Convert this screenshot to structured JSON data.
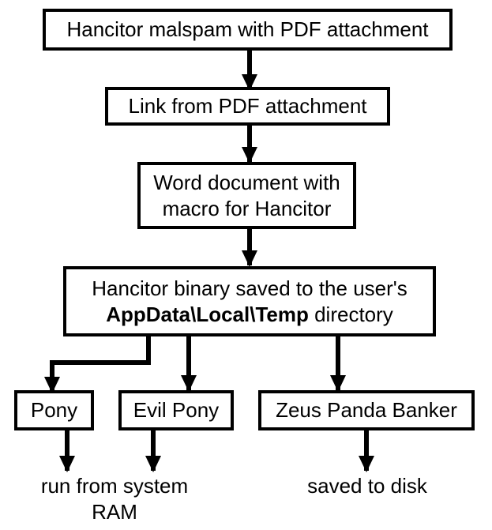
{
  "nodes": {
    "malspam": {
      "text": "Hancitor malspam with PDF attachment"
    },
    "pdf_link": {
      "text": "Link from PDF attachment"
    },
    "word_doc": {
      "line1": "Word document with",
      "line2": "macro for Hancitor"
    },
    "binary": {
      "line1": "Hancitor binary saved to the user's",
      "line2_bold": "AppData\\Local\\Temp",
      "line2_rest": " directory"
    },
    "pony": {
      "text": "Pony"
    },
    "evil_pony": {
      "text": "Evil Pony"
    },
    "zeus": {
      "text": "Zeus Panda Banker"
    }
  },
  "outcomes": {
    "ram": {
      "line1": "run from system",
      "line2": "RAM"
    },
    "disk": {
      "text": "saved to disk"
    }
  }
}
